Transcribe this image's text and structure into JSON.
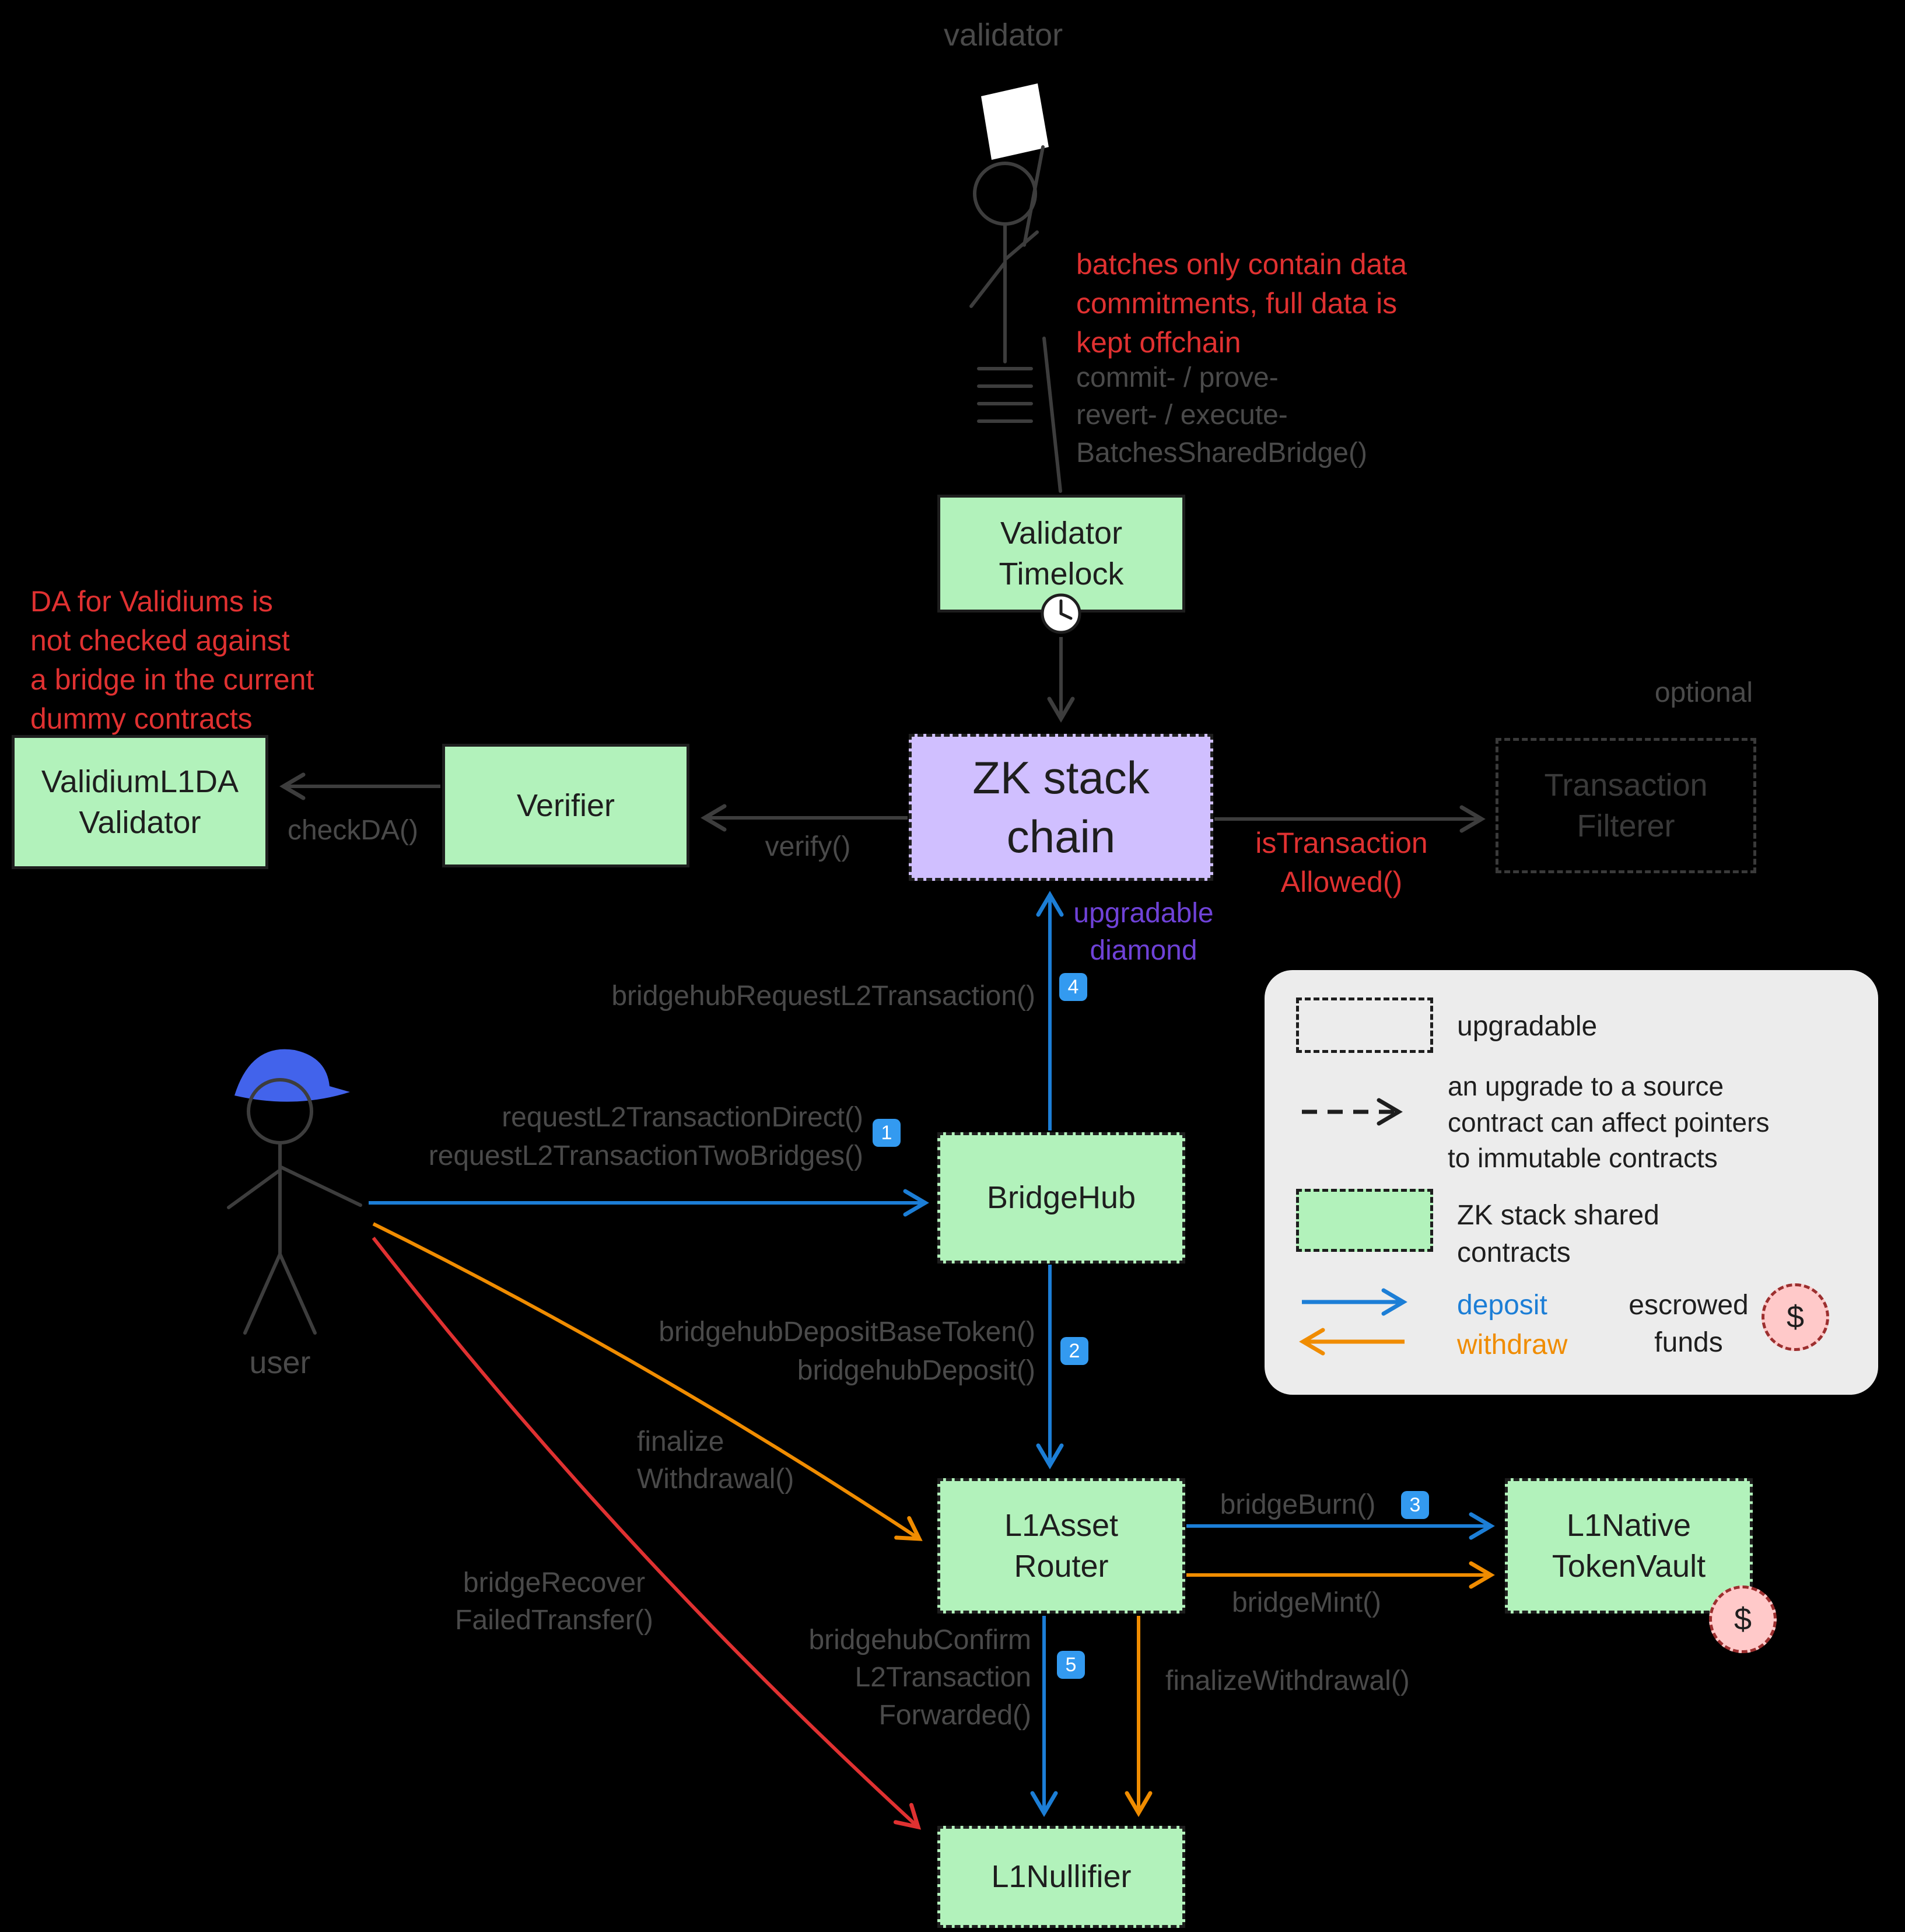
{
  "colors": {
    "background": "#000000",
    "node_green": "#b2f2bb",
    "node_purple": "#d0bfff",
    "stroke_dark": "#3d3d3d",
    "text_gray": "#4a4a4a",
    "red": "#e03131",
    "blue": "#1c7ed6",
    "orange": "#f08c00",
    "purple": "#6f42d8",
    "badge_blue": "#339af0",
    "legend_bg": "#ececec",
    "escrow_pink": "#ffc9c9"
  },
  "actors": {
    "validator": "validator",
    "user": "user"
  },
  "nodes": {
    "validator_timelock": [
      "Validator",
      "Timelock"
    ],
    "zk_stack_chain": [
      "ZK stack",
      "chain"
    ],
    "transaction_filterer": [
      "Transaction",
      "Filterer"
    ],
    "optional_tag": "optional",
    "verifier": "Verifier",
    "validium_l1da_validator": [
      "ValidiumL1DA",
      "Validator"
    ],
    "bridgehub": "BridgeHub",
    "l1_asset_router": [
      "L1Asset",
      "Router"
    ],
    "l1_native_token_vault": [
      "L1Native",
      "TokenVault"
    ],
    "l1_nullifier": "L1Nullifier"
  },
  "notes": {
    "batches_offchain": [
      "batches only contain data",
      "commitments, full data is",
      "kept offchain"
    ],
    "validator_calls": [
      "commit- / prove-",
      "revert- / execute-",
      "BatchesSharedBridge()"
    ],
    "da_validiums": [
      "DA for Validiums is",
      "not checked against",
      "a bridge in the current",
      "dummy contracts"
    ],
    "upgradable_diamond": [
      "upgradable",
      "diamond"
    ]
  },
  "edges": {
    "verify": "verify()",
    "check_da": "checkDA()",
    "is_transaction_allowed": [
      "isTransaction",
      "Allowed()"
    ],
    "bridgehub_request_l2_transaction": "bridgehubRequestL2Transaction()",
    "request_l2_transaction_direct": "requestL2TransactionDirect()",
    "request_l2_transaction_two_bridges": "requestL2TransactionTwoBridges()",
    "bridgehub_deposit_base_token": "bridgehubDepositBaseToken()",
    "bridgehub_deposit": "bridgehubDeposit()",
    "finalize_withdrawal_user": [
      "finalize",
      "Withdrawal()"
    ],
    "bridge_burn": "bridgeBurn()",
    "bridge_mint": "bridgeMint()",
    "bridge_recover_failed_transfer": [
      "bridgeRecover",
      "FailedTransfer()"
    ],
    "bridgehub_confirm_l2_transaction": [
      "bridgehubConfirm",
      "L2Transaction",
      "Forwarded()"
    ],
    "finalize_withdrawal": "finalizeWithdrawal()"
  },
  "badges": {
    "step1": "1",
    "step2": "2",
    "step3": "3",
    "step4": "4",
    "step5": "5"
  },
  "legend": {
    "upgradable": "upgradable",
    "upgrade_note": [
      "an upgrade to a source",
      "contract can affect pointers",
      "to immutable contracts"
    ],
    "shared_contracts": [
      "ZK stack shared",
      "contracts"
    ],
    "deposit": "deposit",
    "withdraw": "withdraw",
    "escrowed_funds": [
      "escrowed",
      "funds"
    ],
    "dollar": "$"
  }
}
